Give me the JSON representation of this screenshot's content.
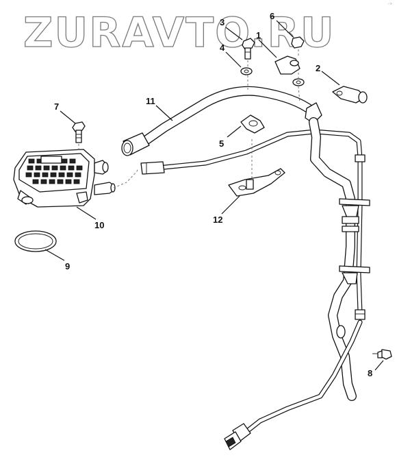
{
  "watermark": "ZURAVTO.RU",
  "corner_mark": "⁻⁵",
  "callouts": [
    "1",
    "2",
    "3",
    "4",
    "5",
    "6",
    "7",
    "8",
    "9",
    "10",
    "11",
    "12"
  ],
  "colors": {
    "ink": "#111111",
    "paper": "#ffffff",
    "watermark_stroke": "#7a7a7a"
  }
}
